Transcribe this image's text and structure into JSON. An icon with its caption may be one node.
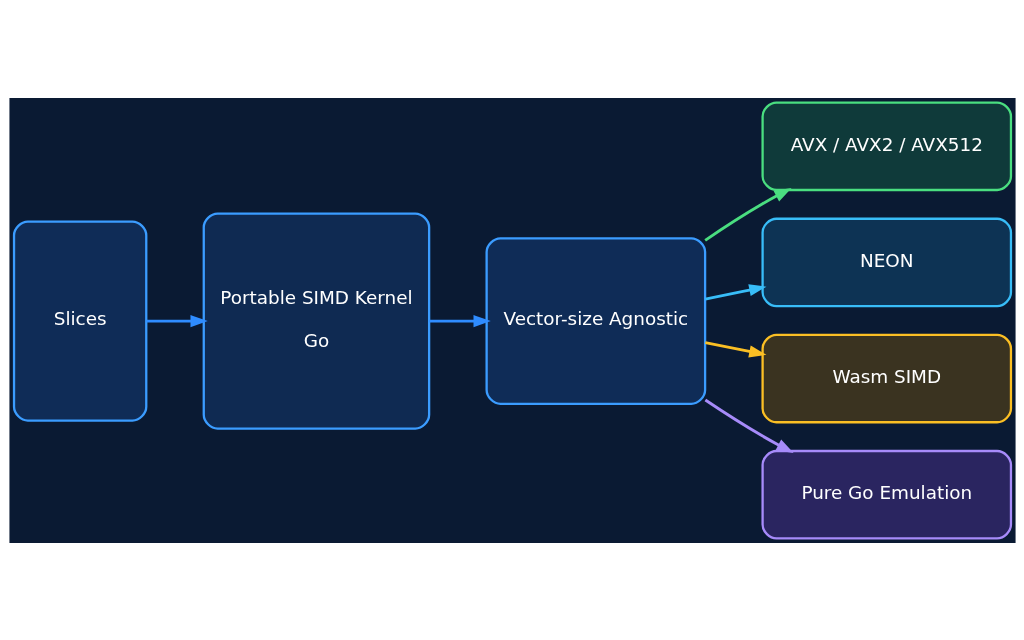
{
  "diagram": {
    "nodes": [
      {
        "text": [
          "Slices"
        ]
      },
      {
        "text": [
          "Portable SIMD Kernel",
          "Go"
        ]
      },
      {
        "text": [
          "Vector-size Agnostic"
        ]
      },
      {
        "text": [
          "AVX / AVX2 / AVX512"
        ]
      },
      {
        "text": [
          "NEON"
        ]
      },
      {
        "text": [
          "Wasm SIMD"
        ]
      },
      {
        "text": [
          "Pure Go Emulation"
        ]
      }
    ],
    "edges": [
      {
        "from": 0,
        "to": 1,
        "arrow": "to"
      },
      {
        "from": 1,
        "to": 2,
        "arrow": "to"
      },
      {
        "from": 2,
        "to": 3,
        "arrow": "to",
        "color": "#4ade80"
      },
      {
        "from": 2,
        "to": 4,
        "arrow": "to",
        "color": "#38bdf8"
      },
      {
        "from": 2,
        "to": 5,
        "arrow": "to",
        "color": "#fbbf24"
      },
      {
        "from": 2,
        "to": 6,
        "arrow": "to",
        "color": "#a78bfa"
      }
    ]
  }
}
